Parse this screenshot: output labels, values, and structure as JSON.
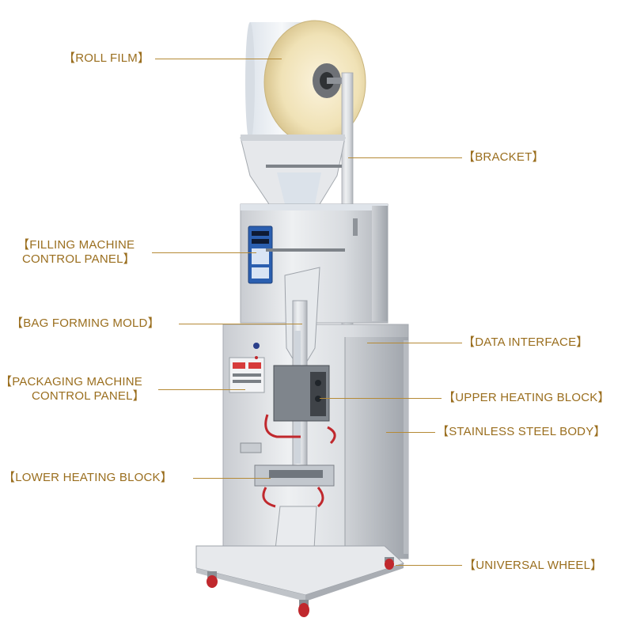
{
  "callouts": {
    "roll_film": "【ROLL FILM】",
    "bracket": "【BRACKET】",
    "filling_panel_line1": "【FILLING MACHINE",
    "filling_panel_line2": "CONTROL PANEL】",
    "bag_forming_mold": "【BAG FORMING MOLD】",
    "data_interface": "【DATA INTERFACE】",
    "packaging_panel_line1": "【PACKAGING MACHINE",
    "packaging_panel_line2": "CONTROL PANEL】",
    "upper_heating_block": "【UPPER HEATING BLOCK】",
    "stainless_steel_body": "【STAINLESS STEEL BODY】",
    "lower_heating_block": "【LOWER HEATING BLOCK】",
    "universal_wheel": "【UNIVERSAL WHEEL】"
  },
  "colors": {
    "label_gold": "#9a6e1e",
    "leader_gold": "#b58a36",
    "steel_light": "#e4e6ea",
    "steel_dark": "#9ea3aa",
    "panel_blue": "#2b5fb0",
    "wheel_red": "#c0282d"
  }
}
